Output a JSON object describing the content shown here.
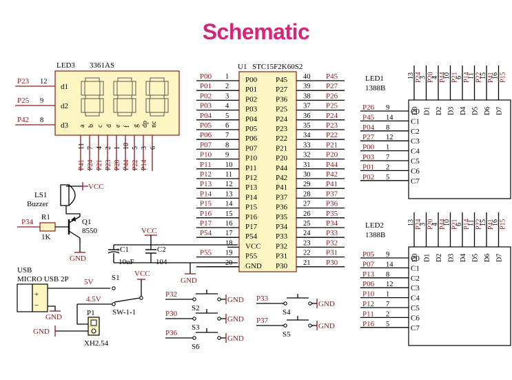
{
  "title": "Schematic",
  "led3": {
    "ref": "LED3",
    "part": "3361AS",
    "left_pins": [
      {
        "net": "P23",
        "num": "12",
        "label": "d1"
      },
      {
        "net": "P25",
        "num": "9",
        "label": "d2"
      },
      {
        "net": "P42",
        "num": "8",
        "label": "d3"
      }
    ],
    "segs": [
      "a",
      "b",
      "c",
      "d",
      "e",
      "f",
      "g",
      "dp",
      "nc"
    ],
    "bottom_pins": [
      {
        "num": "11",
        "net": "P41"
      },
      {
        "num": "7",
        "net": "P24"
      },
      {
        "num": "4",
        "net": "P21"
      },
      {
        "num": "2",
        "net": "P23"
      },
      {
        "num": "1",
        "net": "P20"
      },
      {
        "num": "10",
        "net": "P44"
      },
      {
        "num": "5",
        "net": "P22"
      },
      {
        "num": "3",
        "net": "P14"
      },
      {
        "num": "6",
        "net": ""
      }
    ]
  },
  "u1": {
    "ref": "U1",
    "part": "STC15F2K60S2",
    "left": [
      {
        "net": "P00",
        "num": "1",
        "name": "P00"
      },
      {
        "net": "P01",
        "num": "2",
        "name": "P01"
      },
      {
        "net": "P02",
        "num": "3",
        "name": "P02"
      },
      {
        "net": "P03",
        "num": "4",
        "name": "P03"
      },
      {
        "net": "P04",
        "num": "5",
        "name": "P04"
      },
      {
        "net": "P05",
        "num": "6",
        "name": "P05"
      },
      {
        "net": "P06",
        "num": "7",
        "name": "P06"
      },
      {
        "net": "P07",
        "num": "8",
        "name": "P07"
      },
      {
        "net": "P10",
        "num": "9",
        "name": "P10"
      },
      {
        "net": "P11",
        "num": "10",
        "name": "P11"
      },
      {
        "net": "P12",
        "num": "11",
        "name": "P12"
      },
      {
        "net": "P13",
        "num": "12",
        "name": "P13"
      },
      {
        "net": "P14",
        "num": "13",
        "name": "P14"
      },
      {
        "net": "P15",
        "num": "14",
        "name": "P15"
      },
      {
        "net": "P16",
        "num": "15",
        "name": "P16"
      },
      {
        "net": "P17",
        "num": "16",
        "name": "P17"
      },
      {
        "net": "P54",
        "num": "17",
        "name": "P54"
      },
      {
        "net": "",
        "num": "18",
        "name": "VCC"
      },
      {
        "net": "P55",
        "num": "19",
        "name": "P55"
      },
      {
        "net": "",
        "num": "20",
        "name": "GND"
      }
    ],
    "right": [
      {
        "net": "P45",
        "num": "40",
        "name": "P45"
      },
      {
        "net": "P27",
        "num": "39",
        "name": "P27"
      },
      {
        "net": "P26",
        "num": "38",
        "name": "P36"
      },
      {
        "net": "P25",
        "num": "37",
        "name": "P25"
      },
      {
        "net": "P24",
        "num": "36",
        "name": "P24"
      },
      {
        "net": "P23",
        "num": "35",
        "name": "P23"
      },
      {
        "net": "P22",
        "num": "34",
        "name": "P22"
      },
      {
        "net": "P21",
        "num": "33",
        "name": "P21"
      },
      {
        "net": "P20",
        "num": "32",
        "name": "P20"
      },
      {
        "net": "P44",
        "num": "31",
        "name": "P44"
      },
      {
        "net": "P42",
        "num": "30",
        "name": "P42"
      },
      {
        "net": "P41",
        "num": "29",
        "name": "P41"
      },
      {
        "net": "P37",
        "num": "28",
        "name": "P37"
      },
      {
        "net": "P36",
        "num": "27",
        "name": "P36"
      },
      {
        "net": "P35",
        "num": "26",
        "name": "P35"
      },
      {
        "net": "P34",
        "num": "25",
        "name": "P34"
      },
      {
        "net": "P33",
        "num": "24",
        "name": "P33"
      },
      {
        "net": "P32",
        "num": "23",
        "name": "P32"
      },
      {
        "net": "P31",
        "num": "22",
        "name": "P31"
      },
      {
        "net": "P30",
        "num": "21",
        "name": "P30"
      }
    ]
  },
  "led1": {
    "ref": "LED1",
    "part": "1388B",
    "top_pins": [
      {
        "num": "13",
        "net": "P24"
      },
      {
        "num": "3",
        "net": "P20"
      },
      {
        "num": "4",
        "net": "P44"
      },
      {
        "num": "10",
        "net": "P21"
      },
      {
        "num": "6",
        "net": "P14"
      },
      {
        "num": "11",
        "net": "P22"
      },
      {
        "num": "15",
        "net": "P41"
      },
      {
        "num": "16",
        "net": "P15"
      }
    ],
    "cols": [
      "D0",
      "D1",
      "D2",
      "D3",
      "D4",
      "D5",
      "D6",
      "D7"
    ],
    "rows": [
      {
        "net": "P26",
        "num": "9",
        "label": "C0"
      },
      {
        "net": "P45",
        "num": "14",
        "label": "C1"
      },
      {
        "net": "P04",
        "num": "8",
        "label": "C2"
      },
      {
        "net": "P27",
        "num": "12",
        "label": "C3"
      },
      {
        "net": "P00",
        "num": "1",
        "label": "C4"
      },
      {
        "net": "P03",
        "num": "7",
        "label": "C5"
      },
      {
        "net": "P01",
        "num": "2",
        "label": "C6"
      },
      {
        "net": "P02",
        "num": "5",
        "label": "C7"
      }
    ]
  },
  "led2": {
    "ref": "LED2",
    "part": "1388B",
    "top_pins": [
      {
        "num": "13",
        "net": "P24"
      },
      {
        "num": "3",
        "net": "P20"
      },
      {
        "num": "4",
        "net": "P44"
      },
      {
        "num": "10",
        "net": "P21"
      },
      {
        "num": "6",
        "net": "P14"
      },
      {
        "num": "11",
        "net": "P22"
      },
      {
        "num": "15",
        "net": "P41"
      },
      {
        "num": "16",
        "net": "P15"
      }
    ],
    "cols": [
      "D0",
      "D1",
      "D2",
      "D3",
      "D4",
      "D5",
      "D6",
      "D7"
    ],
    "rows": [
      {
        "net": "P05",
        "num": "9",
        "label": "C0"
      },
      {
        "net": "P07",
        "num": "14",
        "label": "C1"
      },
      {
        "net": "P13",
        "num": "8",
        "label": "C2"
      },
      {
        "net": "P06",
        "num": "12",
        "label": "C3"
      },
      {
        "net": "P10",
        "num": "1",
        "label": "C4"
      },
      {
        "net": "P12",
        "num": "7",
        "label": "C5"
      },
      {
        "net": "P11",
        "num": "2",
        "label": "C6"
      },
      {
        "net": "P16",
        "num": "5",
        "label": "C7"
      }
    ]
  },
  "buzzer": {
    "ref": "LS1",
    "name": "Buzzer",
    "vcc": "VCC"
  },
  "q1": {
    "ref": "Q1",
    "part": "8550",
    "gnd": "GND"
  },
  "r1": {
    "ref": "R1",
    "value": "1K",
    "net": "P34"
  },
  "caps": {
    "c1": "C1",
    "c1_val": "10uF",
    "c2": "C2",
    "c2_val": "104",
    "vcc": "VCC",
    "gnd": "GND"
  },
  "usb": {
    "label1": "USB",
    "label2": "MICRO USB 2P",
    "v5": "5V",
    "v45": "4.5V",
    "gnd": "GND",
    "plus": "+",
    "minus": "−"
  },
  "switch": {
    "s1": "S1",
    "vcc": "VCC",
    "name": "SW-1-1"
  },
  "p1": {
    "ref": "P1",
    "part": "XH2.54",
    "gnd": "GND"
  },
  "keys": [
    {
      "net": "P32",
      "ref": "S2",
      "gnd": "GND"
    },
    {
      "net": "P30",
      "ref": "S3",
      "gnd": "GND"
    },
    {
      "net": "P36",
      "ref": "S6",
      "gnd": "GND"
    },
    {
      "net": "P33",
      "ref": "S4",
      "gnd": "GND"
    },
    {
      "net": "P37",
      "ref": "S5",
      "gnd": "GND"
    }
  ],
  "colors": {
    "net": "#8b1a1a",
    "title": "#d4257a",
    "fill": "#fdf6c3"
  }
}
